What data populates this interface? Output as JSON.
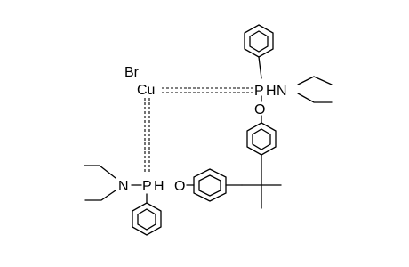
{
  "labels": {
    "br": "Br",
    "cu": "Cu",
    "ph1": "P",
    "h1": "H",
    "n1": "N",
    "o1": "O",
    "n2": "N",
    "ph2": "P",
    "h2": "H",
    "o2": "O"
  }
}
